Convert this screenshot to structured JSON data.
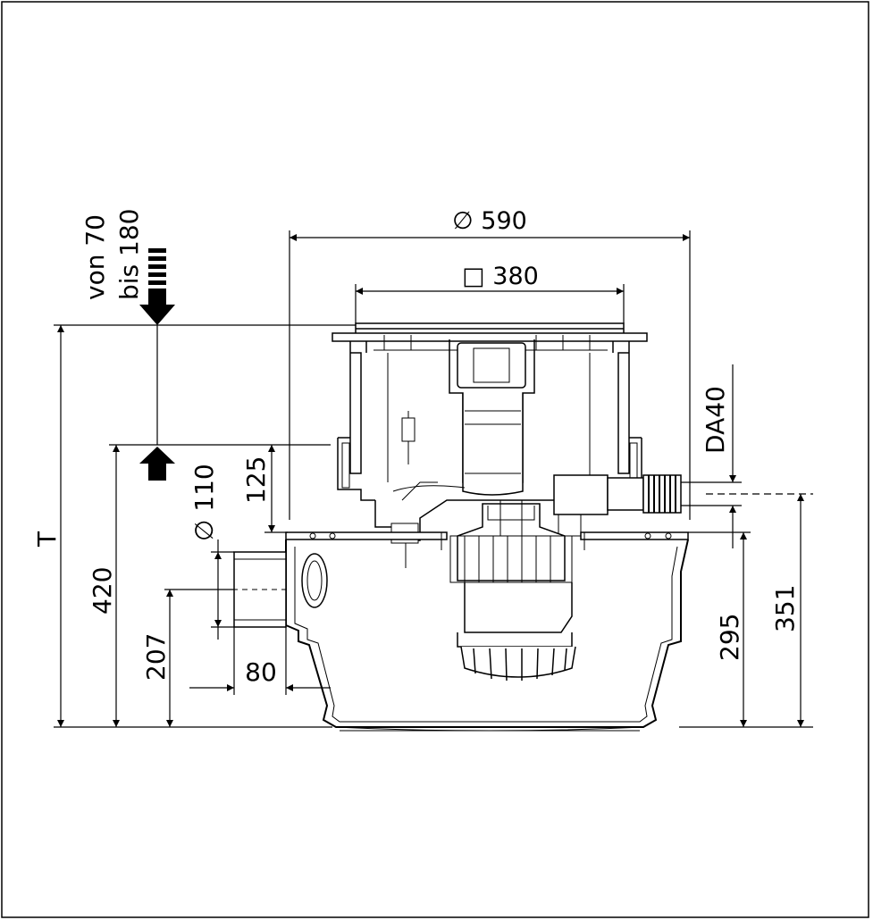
{
  "labels": {
    "diameter_top": "∅ 590",
    "square_inner": "□ 380",
    "range_line1": "von 70",
    "range_line2": "bis 180",
    "pipe_dia": "∅ 110",
    "dim_125": "125",
    "dim_420": "420",
    "dim_207": "207",
    "dim_80": "80",
    "dim_T": "T",
    "outlet": "DA40",
    "dim_295": "295",
    "dim_351": "351"
  }
}
